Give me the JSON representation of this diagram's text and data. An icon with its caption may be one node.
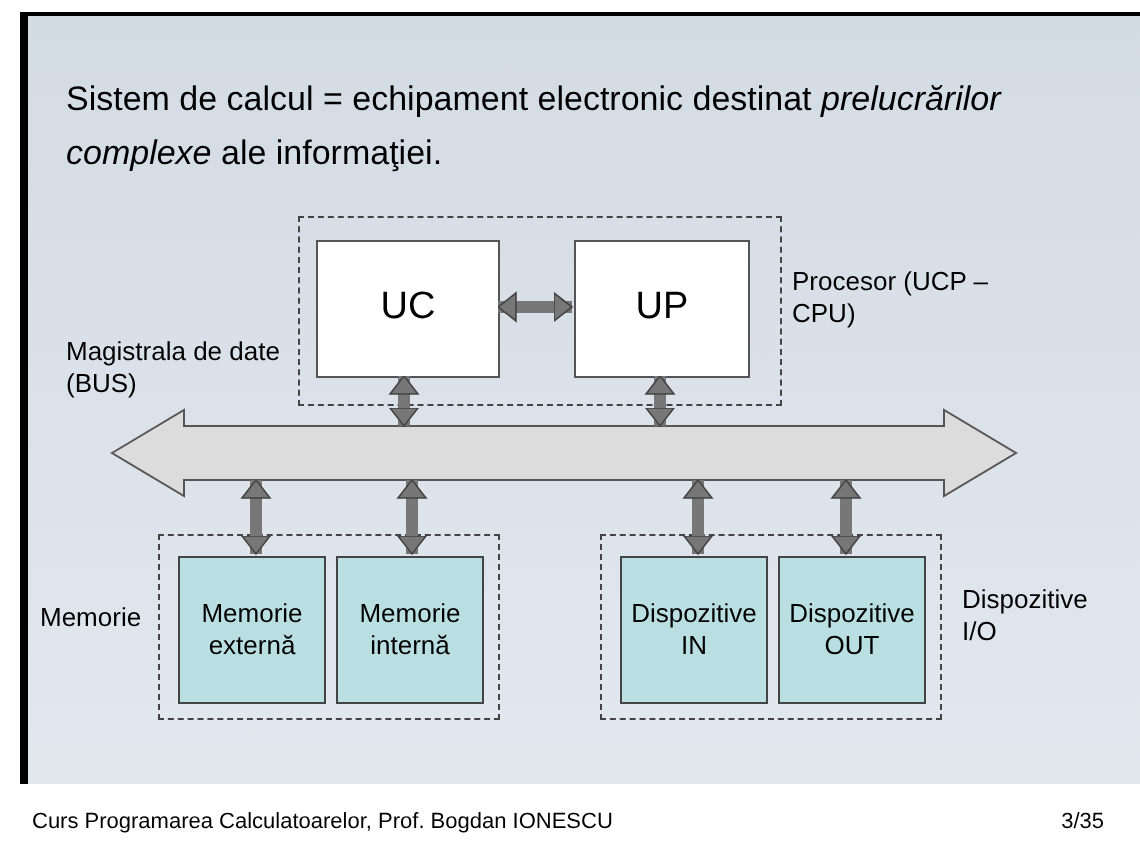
{
  "diagram": {
    "title": "Sistem de calcul = echipament electronic destinat *prelucrărilor complexe* ale informaţiei.",
    "nodes": [
      {
        "text": [
          "Procesor (UCP – CPU)"
        ]
      },
      {
        "text": [
          "UC"
        ],
        "in": 0
      },
      {
        "text": [
          "UP"
        ],
        "in": 0
      },
      {
        "text": [
          "Magistrala de date (BUS)"
        ]
      },
      {
        "text": [
          "Memorie"
        ]
      },
      {
        "text": [
          "Memorie externă"
        ],
        "in": 4
      },
      {
        "text": [
          "Memorie internă"
        ],
        "in": 4
      },
      {
        "text": [
          "Dispozitive I/O"
        ]
      },
      {
        "text": [
          "Dispozitive IN"
        ],
        "in": 7
      },
      {
        "text": [
          "Dispozitive OUT"
        ],
        "in": 7
      }
    ],
    "edges": [
      {
        "from": 1,
        "to": 2,
        "arrow": "both"
      },
      {
        "from": 1,
        "to": 3,
        "arrow": "both"
      },
      {
        "from": 2,
        "to": 3,
        "arrow": "both"
      },
      {
        "from": 3,
        "to": 5,
        "arrow": "both"
      },
      {
        "from": 3,
        "to": 6,
        "arrow": "both"
      },
      {
        "from": 3,
        "to": 8,
        "arrow": "both"
      },
      {
        "from": 3,
        "to": 9,
        "arrow": "both"
      }
    ],
    "labels": [
      "Curs Programarea Calculatoarelor, Prof. Bogdan IONESCU",
      "3/35"
    ]
  }
}
